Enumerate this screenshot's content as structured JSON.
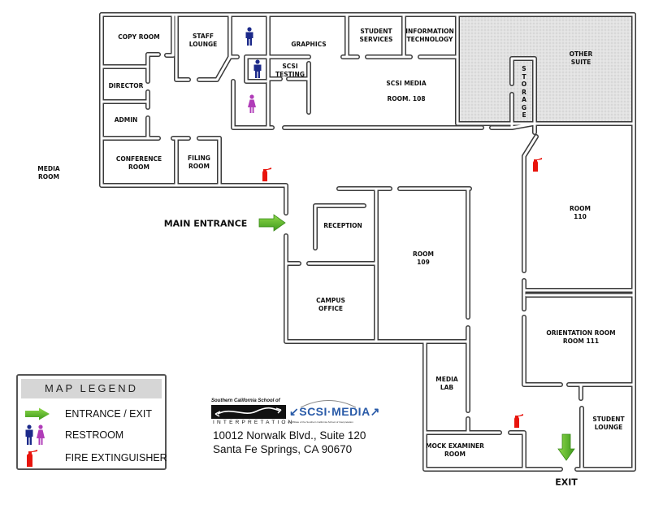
{
  "rooms": {
    "copy_room": "COPY ROOM",
    "staff_lounge": [
      "STAFF",
      "LOUNGE"
    ],
    "graphics": "GRAPHICS",
    "student_services": [
      "STUDENT",
      "SERVICES"
    ],
    "information_technology": [
      "INFORMATION",
      "TECHNOLOGY"
    ],
    "other_suite": [
      "OTHER",
      "SUITE"
    ],
    "scsi_testing": [
      "SCSI",
      "TESTING"
    ],
    "scsi_media": "SCSI MEDIA",
    "room_108": "ROOM. 108",
    "storage": "STORAGE",
    "director": "DIRECTOR",
    "admin": "ADMIN",
    "conference_room": [
      "CONFERENCE",
      "ROOM"
    ],
    "filing_room": [
      "FILING",
      "ROOM"
    ],
    "media_room": [
      "MEDIA",
      "ROOM"
    ],
    "reception": "RECEPTION",
    "room_109": [
      "ROOM",
      "109"
    ],
    "campus_office": [
      "CAMPUS",
      "OFFICE"
    ],
    "room_110": [
      "ROOM",
      "110"
    ],
    "orientation_room": [
      "ORIENTATION ROOM",
      "ROOM 111"
    ],
    "media_lab": [
      "MEDIA",
      "LAB"
    ],
    "student_lounge": [
      "STUDENT",
      "LOUNGE"
    ],
    "mock_examiner_room": [
      "MOCK EXAMINER",
      "ROOM"
    ]
  },
  "markers": {
    "main_entrance": "MAIN ENTRANCE",
    "exit": "EXIT"
  },
  "legend": {
    "title": "MAP LEGEND",
    "items": [
      {
        "icon": "entrance-arrow-icon",
        "label": "ENTRANCE / EXIT"
      },
      {
        "icon": "restroom-icon",
        "label": "RESTROOM"
      },
      {
        "icon": "fire-extinguisher-icon",
        "label": "FIRE EXTINGUISHER"
      }
    ]
  },
  "logo": {
    "school_top": "Southern California School of",
    "school_name": "INTERPRETATION",
    "media_name": "↙SCSI·MEDIA↗",
    "media_tagline": "An Affiliate of the Southern California School of Interpretation"
  },
  "address": {
    "line1": "10012 Norwalk Blvd., Suite 120",
    "line2": "Santa Fe Springs, CA 90670"
  },
  "colors": {
    "wall": "#3a3a3a",
    "arrow": "#5cb82c",
    "men": "#1c2a8a",
    "women": "#b03cb8",
    "extinguisher": "#e8140c",
    "other_suite": "#dcdcdc"
  }
}
